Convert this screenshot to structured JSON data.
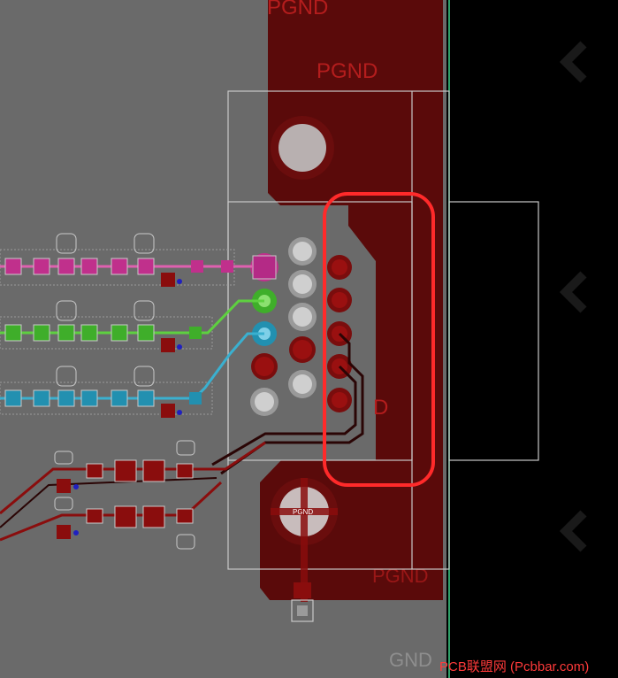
{
  "labels": {
    "pgnd_top": "PGND",
    "pgnd_upper": "PGND",
    "pgnd_lower": "PGND",
    "pad_label": "PGND",
    "gnd_label": "GND",
    "partial_d": "D",
    "watermark": "PCB联盟网 (Pcbbar.com)"
  },
  "colors": {
    "background": "#6a6a6a",
    "outside_region": "#000000",
    "pgnd_copper": "#5a0a0a",
    "silkscreen": "#c9c9c9",
    "net_magenta": "#c0308c",
    "net_green": "#3fae2a",
    "net_teal": "#2290b0",
    "net_darkred": "#8a0d0d",
    "highlight_box": "#ff2a2a",
    "board_edge": "#3fd68a"
  },
  "icons": {
    "mounting_hole_top": "mounting-hole-icon",
    "mounting_hole_bottom": "mounting-hole-icon"
  }
}
